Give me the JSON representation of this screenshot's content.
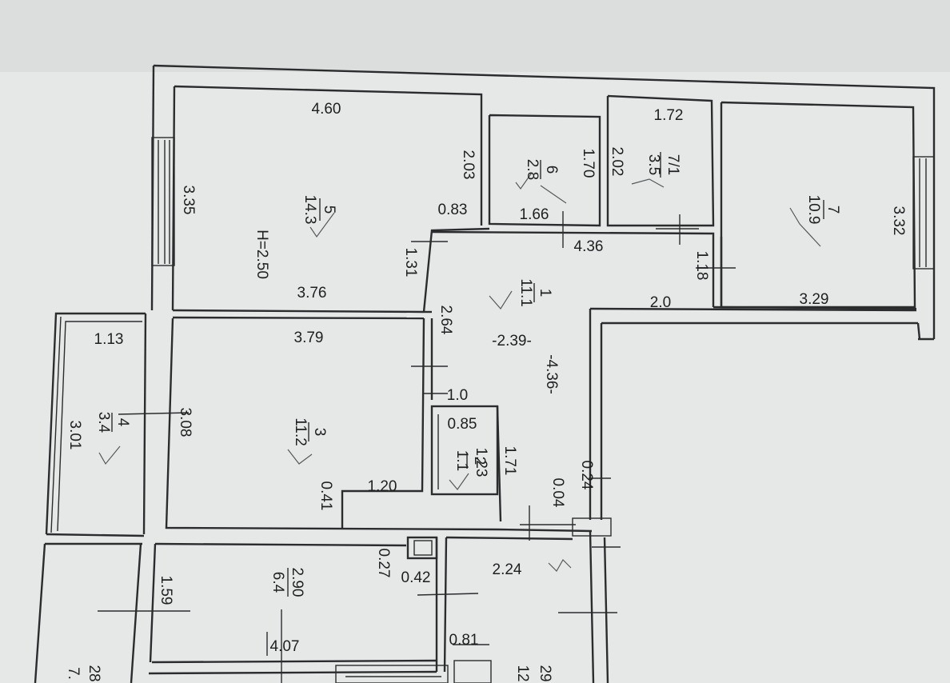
{
  "plan": {
    "ceiling_height": "H=2.50",
    "rooms": [
      {
        "id": "room-5",
        "number": "5",
        "area": "14.3"
      },
      {
        "id": "room-6",
        "number": "6",
        "area": "2.8"
      },
      {
        "id": "room-7-1",
        "number": "7/1",
        "area": "3.5"
      },
      {
        "id": "room-7",
        "number": "7",
        "area": "10.9"
      },
      {
        "id": "room-1",
        "number": "1",
        "area": "11.1"
      },
      {
        "id": "room-3",
        "number": "3",
        "area": "11.2"
      },
      {
        "id": "room-4",
        "number": "4",
        "area": "3.4"
      },
      {
        "id": "room-2",
        "number": "2",
        "area": "1.1"
      },
      {
        "id": "room-bottom",
        "number": "2.90",
        "area": "6.4"
      }
    ],
    "dimensions": {
      "d_4_60": "4.60",
      "d_2_03": "2.03",
      "d_3_35": "3.35",
      "d_0_83": "0.83",
      "d_3_76": "3.76",
      "d_1_31": "1.31",
      "d_1_70": "1.70",
      "d_1_66": "1.66",
      "d_1_72": "1.72",
      "d_2_02": "2.02",
      "d_4_36_top": "4.36",
      "d_3_32": "3.32",
      "d_1_18": "1.18",
      "d_3_29": "3.29",
      "d_2_0": "2.0",
      "d_2_64": "2.64",
      "d_2_39": "-2.39-",
      "d_4_36_mid": "-4.36-",
      "d_3_79": "3.79",
      "d_1_13": "1.13",
      "d_3_08": "3.08",
      "d_3_01": "3.01",
      "d_1_0": "1.0",
      "d_0_85": "0.85",
      "d_1_23": "1.23",
      "d_1_71": "1.71",
      "d_0_24": "0.24",
      "d_0_04": "0.04",
      "d_0_41": "0.41",
      "d_1_20": "1.20",
      "d_0_27": "0.27",
      "d_0_42": "0.42",
      "d_2_24": "2.24",
      "d_1_59": "1.59",
      "d_4_07": "4.07",
      "d_0_81": "0.81",
      "d_edge_28": "28",
      "d_edge_7": "7.",
      "d_edge_12": "12",
      "d_edge_29": "29"
    }
  }
}
